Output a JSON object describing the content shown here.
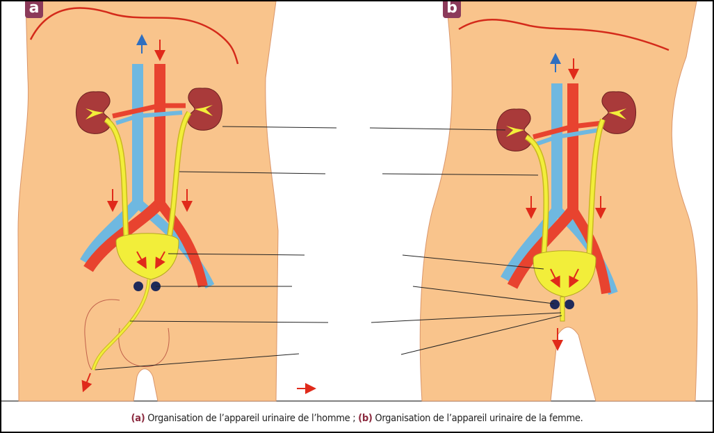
{
  "panels": {
    "a": {
      "badge": "a"
    },
    "b": {
      "badge": "b"
    }
  },
  "caption": {
    "a_tag": "(a)",
    "a_text": " Organisation de l’appareil urinaire de l’homme ; ",
    "b_tag": "(b)",
    "b_text": " Organisation de l’appareil urinaire de la femme."
  },
  "colors": {
    "skin": "#f9c48c",
    "kidney": "#a93a3a",
    "artery": "#e8432f",
    "vein": "#6fb8e0",
    "urine": "#f2ee3a",
    "arrow": "#e02a1a",
    "badge": "#8b3a5a"
  }
}
